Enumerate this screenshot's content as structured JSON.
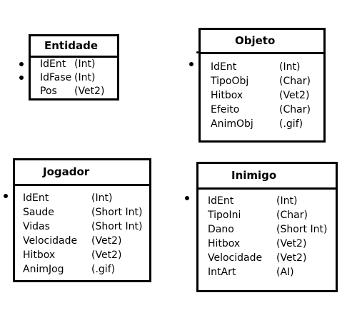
{
  "entities": [
    {
      "name": "Entidade",
      "fields": [
        {
          "name": "IdEnt",
          "type": "(Int)"
        },
        {
          "name": "IdFase",
          "type": "(Int)"
        },
        {
          "name": "Pos",
          "type": "(Vet2)"
        }
      ]
    },
    {
      "name": "Objeto",
      "fields": [
        {
          "name": "IdEnt",
          "type": "(Int)"
        },
        {
          "name": "TipoObj",
          "type": "(Char)"
        },
        {
          "name": "Hitbox",
          "type": "(Vet2)"
        },
        {
          "name": "Efeito",
          "type": "(Char)"
        },
        {
          "name": "AnimObj",
          "type": "(.gif)"
        }
      ]
    },
    {
      "name": "Jogador",
      "fields": [
        {
          "name": "IdEnt",
          "type": "(Int)"
        },
        {
          "name": "Saude",
          "type": "(Short Int)"
        },
        {
          "name": "Vidas",
          "type": "(Short Int)"
        },
        {
          "name": "Velocidade",
          "type": "(Vet2)"
        },
        {
          "name": "Hitbox",
          "type": "(Vet2)"
        },
        {
          "name": "AnimJog",
          "type": "(.gif)"
        }
      ]
    },
    {
      "name": "Inimigo",
      "fields": [
        {
          "name": "IdEnt",
          "type": "(Int)"
        },
        {
          "name": "TipoIni",
          "type": "(Char)"
        },
        {
          "name": "Dano",
          "type": "(Short Int)"
        },
        {
          "name": "Hitbox",
          "type": "(Vet2)"
        },
        {
          "name": "Velocidade",
          "type": "(Vet2)"
        },
        {
          "name": "IntArt",
          "type": "(AI)"
        }
      ]
    }
  ]
}
